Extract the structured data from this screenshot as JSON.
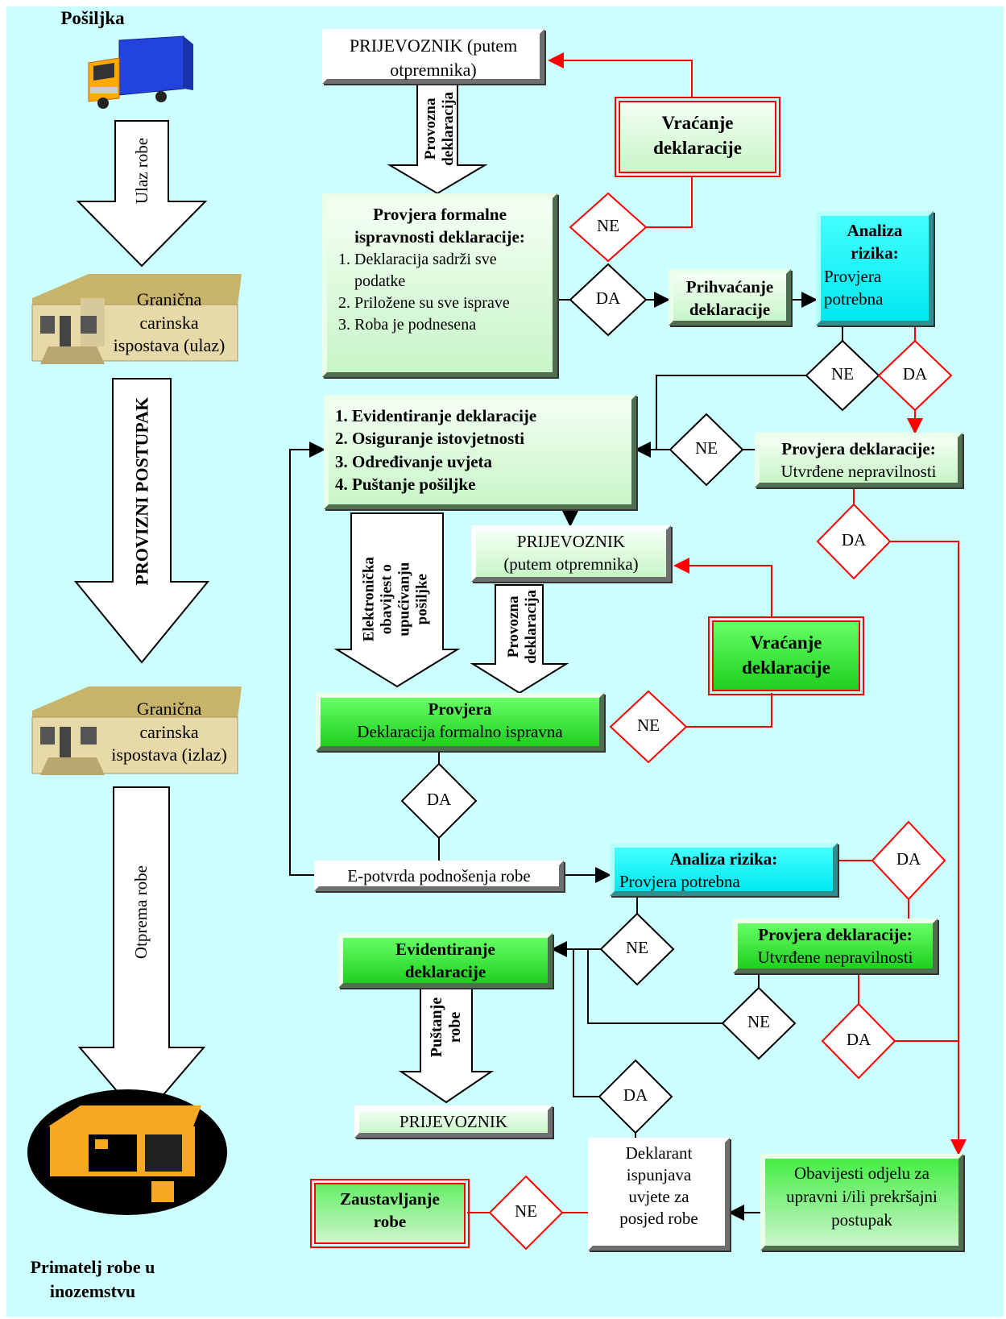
{
  "left": {
    "shipment_title": "Pošiljka",
    "arrow_entry": "Ulaz robe",
    "office_entry": [
      "Granična",
      "carinska",
      "ispostava (ulaz)"
    ],
    "arrow_transit": "PROVIZNI POSTUPAK",
    "office_exit": [
      "Granična",
      "carinska",
      "ispostava (izlaz)"
    ],
    "arrow_dispatch": "Otprema robe",
    "recipient": [
      "Primatelj robe u",
      "inozemstvu"
    ]
  },
  "boxes": {
    "carrier1": [
      "PRIJEVOZNIK (putem",
      "otpremnika)"
    ],
    "transit_decl_1": [
      "Provozna",
      "deklaracija"
    ],
    "return1": [
      "Vraćanje",
      "deklaracije"
    ],
    "formal_check_title": [
      "Provjera formalne",
      "ispravnosti deklaracije:"
    ],
    "formal_check_items": [
      "Deklaracija sadrži sve podatke",
      "Priložene su sve isprave",
      "Roba je podnesena"
    ],
    "acceptance": [
      "Prihvaćanje",
      "deklaracije"
    ],
    "risk1_title": [
      "Analiza",
      "rizika:"
    ],
    "risk1_text": [
      "Provjera",
      "potrebna"
    ],
    "steps": [
      "1.  Evidentiranje deklaracije",
      "2.  Osiguranje istovjetnosti",
      "3.  Određivanje uvjeta",
      "4.  Puštanje pošiljke"
    ],
    "decl_check1_title": "Provjera deklaracije:",
    "decl_check1_text": "Utvrđene nepravilnosti",
    "electronic_notice": [
      "Elektronička",
      "obavijest o",
      "upućivanju",
      "pošiljke"
    ],
    "carrier2": [
      "PRIJEVOZNIK",
      "(putem otpremnika)"
    ],
    "transit_decl_2": [
      "Provozna",
      "deklaracija"
    ],
    "return2": [
      "Vraćanje",
      "deklaracije"
    ],
    "check2_title": "Provjera",
    "check2_text": "Deklaracija formalno ispravna",
    "econfirm": "E-potvrda podnošenja robe",
    "risk2_title": "Analiza rizika:",
    "risk2_text": "Provjera potrebna",
    "decl_check2_title": "Provjera deklaracije:",
    "decl_check2_text": "Utvrđene nepravilnosti",
    "record": [
      "Evidentiranje",
      "deklaracije"
    ],
    "release": [
      "Puštanje",
      "robe"
    ],
    "carrier3": "PRIJEVOZNIK",
    "declarant": [
      "Deklarant",
      "ispunjava",
      "uvjete za",
      "posjed robe"
    ],
    "notify": [
      "Obavijesti odjelu za",
      "upravni i/ili prekršajni",
      "postupak"
    ],
    "stop": [
      "Zaustavljanje",
      "robe"
    ]
  },
  "decisions": {
    "ne": "NE",
    "da": "DA"
  },
  "colors": {
    "background": "#ccffff",
    "light_green": "#ccf5cc",
    "green": "#33ee33",
    "cyan": "#00f0f0",
    "red_line": "#ff0000",
    "black_line": "#000000"
  }
}
